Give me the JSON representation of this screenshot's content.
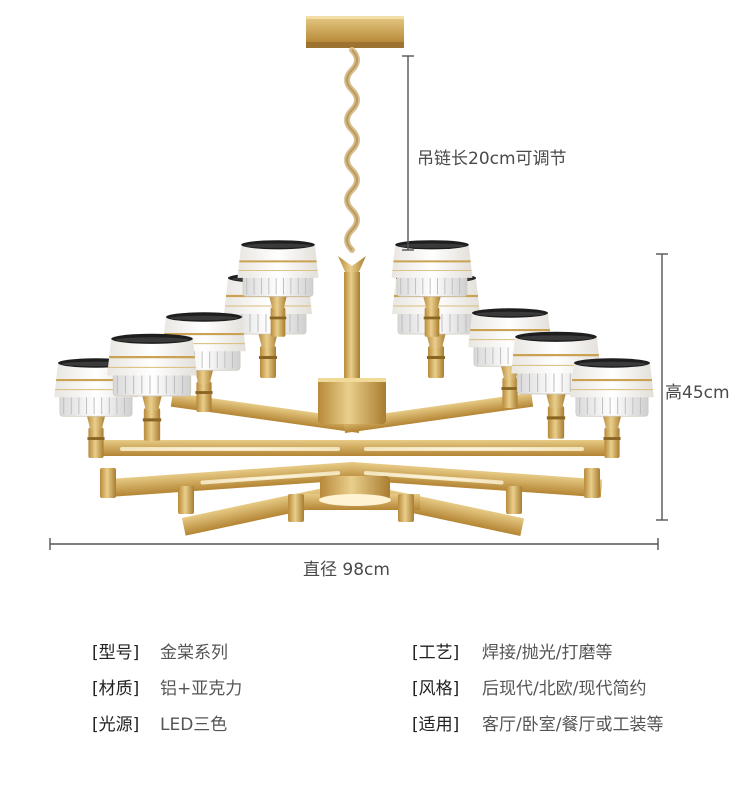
{
  "dimensions": {
    "chain": "吊链长20cm可调节",
    "height": "高45cm",
    "diameter": "直径 98cm"
  },
  "specs": [
    {
      "key": "[型号]",
      "value": "金棠系列"
    },
    {
      "key": "[工艺]",
      "value": "焊接/抛光/打磨等"
    },
    {
      "key": "[材质]",
      "value": "铝+亚克力"
    },
    {
      "key": "[风格]",
      "value": "后现代/北欧/现代简约"
    },
    {
      "key": "[光源]",
      "value": "LED三色"
    },
    {
      "key": "[适用]",
      "value": "客厅/卧室/餐厅或工装等"
    }
  ],
  "colors": {
    "gold": "#c9a253",
    "shade_white": "#f4f2ee",
    "shade_trim": "#1e1e1e",
    "dimension_line": "#555555"
  }
}
